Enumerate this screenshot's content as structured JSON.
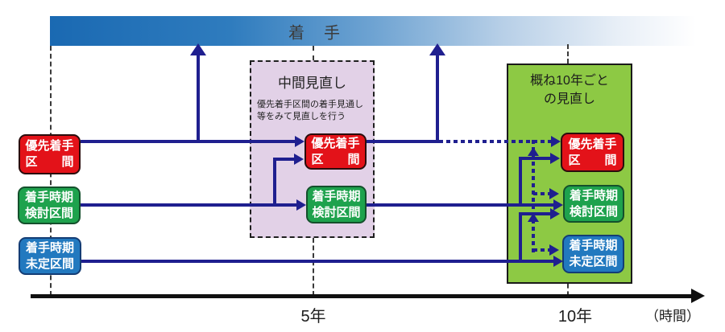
{
  "header_bar": {
    "label": "着　手"
  },
  "interim_review": {
    "title": "中間見直し",
    "note_lines": [
      "優先着手区間の着手見通し",
      "等をみて見直しを行う"
    ]
  },
  "decade_review": {
    "title_lines": [
      "概ね10年ごと",
      "の見直し"
    ]
  },
  "sections": {
    "priority": {
      "line1": "優先着手",
      "line2": "区　　間"
    },
    "considering": {
      "line1": "着手時期",
      "line2": "検討区間"
    },
    "undecided": {
      "line1": "着手時期",
      "line2": "未定区間"
    }
  },
  "axis": {
    "tick_5y": "5年",
    "tick_10y": "10年",
    "unit": "（時間）"
  },
  "colors": {
    "priority_red": "#e31219",
    "considering_green": "#1ea24d",
    "undecided_blue": "#2279bf",
    "connector_navy": "#1f1f8f",
    "interim_box_bg": "#e2d1e7",
    "decade_box_bg": "#8dc944",
    "header_bar_blue": "#1a69b2"
  }
}
